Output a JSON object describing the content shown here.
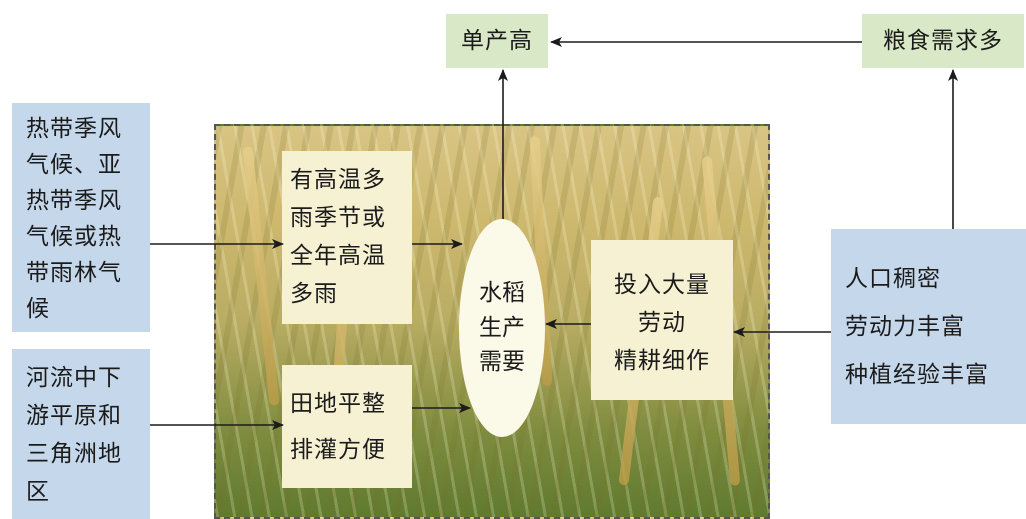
{
  "boxes": {
    "climate": [
      "热带季风",
      "气候、亚",
      "热带季风",
      "气候或热",
      "带雨林气",
      "候"
    ],
    "terrain": [
      "河流中下",
      "游平原和",
      "三角洲地",
      "区"
    ],
    "high_temp_rain": [
      "有高温多",
      "雨季节或",
      "全年高温",
      "多雨"
    ],
    "flat_land": [
      "田地平整",
      "排灌方便"
    ],
    "rice_need": [
      "水稻",
      "生产",
      "需要"
    ],
    "labor": [
      "投入大量",
      "劳动",
      "精耕细作"
    ],
    "population": [
      "人口稠密",
      "劳动力丰富",
      "种植经验丰富"
    ],
    "high_yield": "单产高",
    "food_demand": "粮食需求多"
  },
  "colors": {
    "factor_box": "#c5d7ea",
    "result_box": "#d9e8c6",
    "inner_box": "#f6f1d3",
    "arrow": "#1b1b1b"
  }
}
